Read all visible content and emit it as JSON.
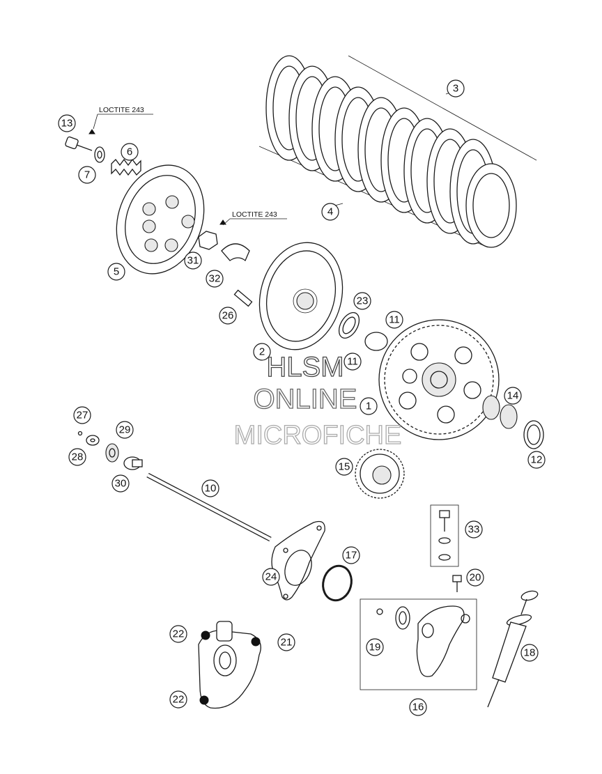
{
  "notes": {
    "loctite_top": "LOCTITE 243",
    "loctite_mid": "LOCTITE 243"
  },
  "callouts": {
    "c1": "1",
    "c2": "2",
    "c3": "3",
    "c4": "4",
    "c5": "5",
    "c6": "6",
    "c7": "7",
    "c10": "10",
    "c11": "11",
    "c11b": "11",
    "c12": "12",
    "c13": "13",
    "c14": "14",
    "c15": "15",
    "c16": "16",
    "c17": "17",
    "c18": "18",
    "c19": "19",
    "c20": "20",
    "c21": "21",
    "c22a": "22",
    "c22b": "22",
    "c23": "23",
    "c24": "24",
    "c26": "26",
    "c27": "27",
    "c28": "28",
    "c29": "29",
    "c30": "30",
    "c31": "31",
    "c32": "32",
    "c33": "33"
  },
  "watermark": {
    "line1": "HLSM",
    "line2": "ONLINE",
    "line3": "MICROFICHE",
    "line1_color": "#444444",
    "line2_color": "#666666",
    "line3_color": "#aaaaaa"
  }
}
